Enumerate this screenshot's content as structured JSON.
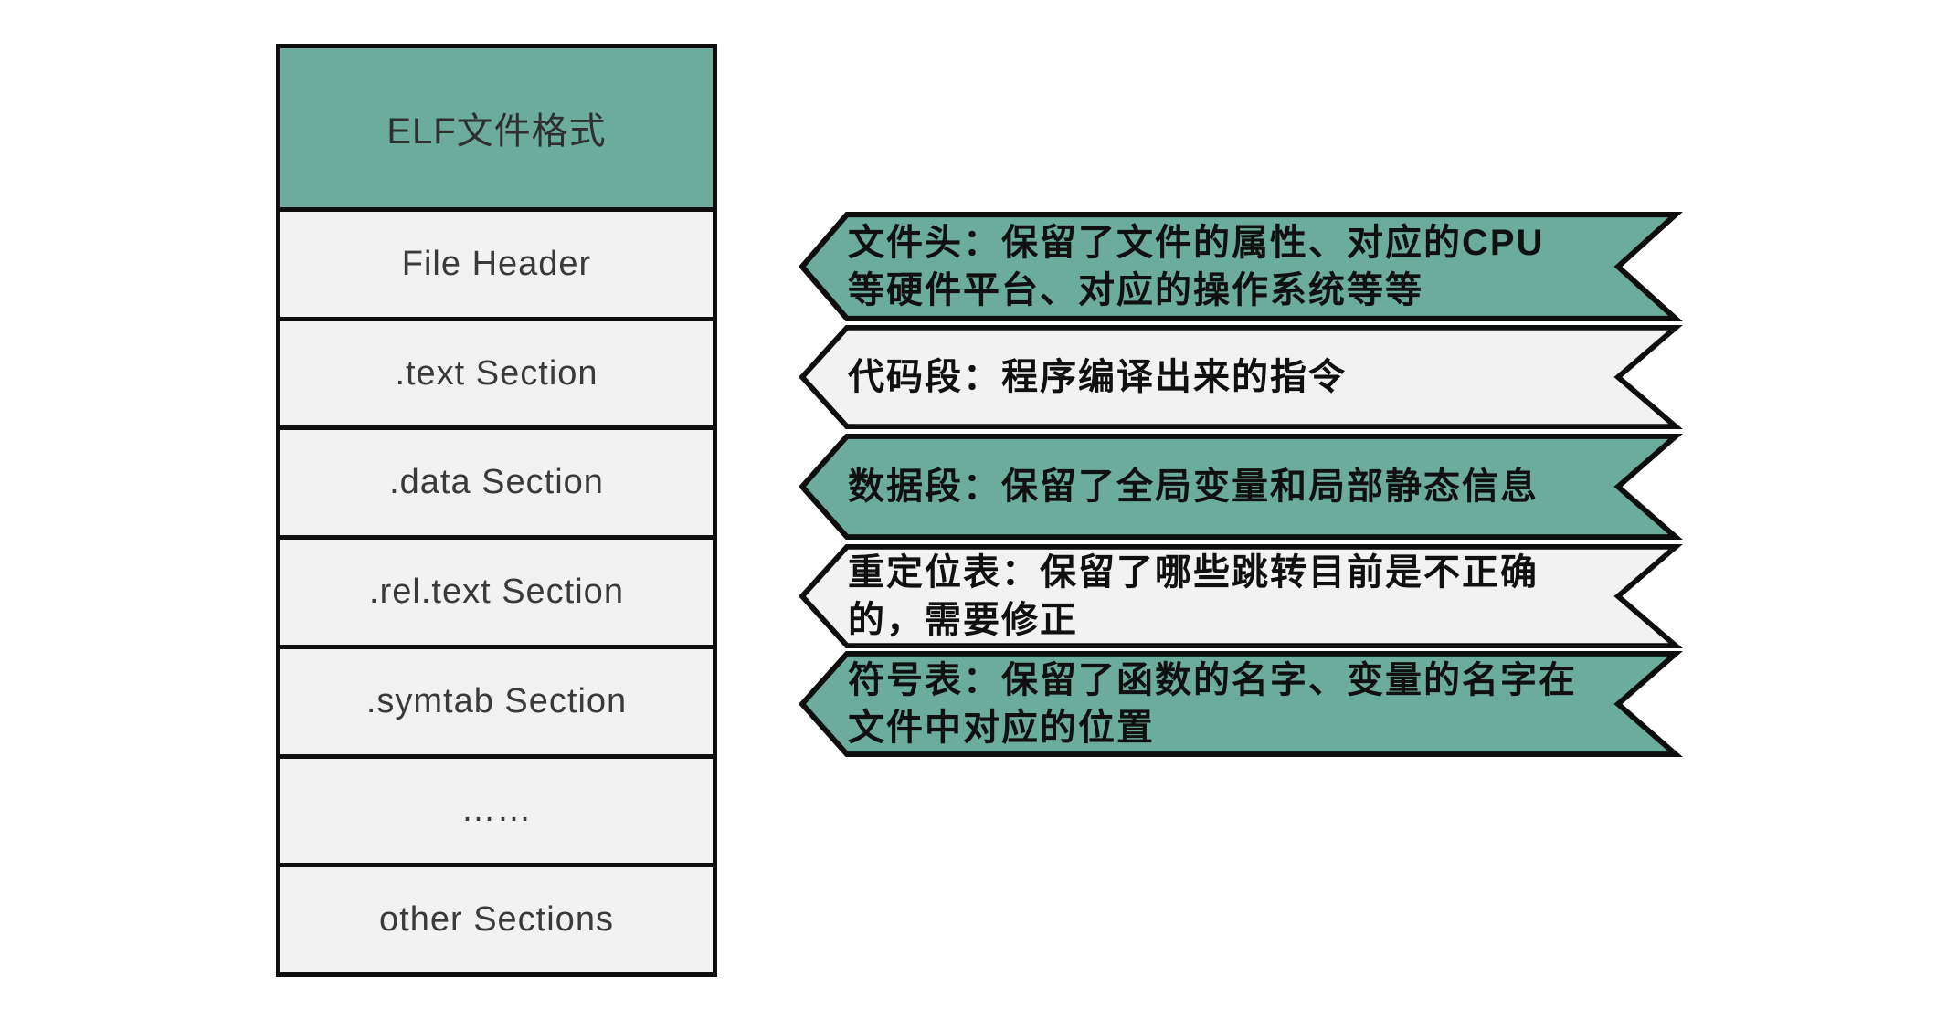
{
  "diagram": {
    "title": "ELF文件格式",
    "table": {
      "title": "ELF文件格式",
      "rows": [
        "File Header",
        ".text Section",
        ".data Section",
        ".rel.text Section",
        ".symtab Section",
        "……",
        "other Sections"
      ]
    },
    "banners": [
      {
        "color": "teal",
        "lines": [
          "文件头：保留了文件的属性、对应的CPU",
          "等硬件平台、对应的操作系统等等"
        ]
      },
      {
        "color": "light",
        "lines": [
          "代码段：程序编译出来的指令",
          ""
        ]
      },
      {
        "color": "teal",
        "lines": [
          "数据段：保留了全局变量和局部静态信息",
          ""
        ]
      },
      {
        "color": "light",
        "lines": [
          "重定位表：保留了哪些跳转目前是不正确",
          "的，需要修正"
        ]
      },
      {
        "color": "teal",
        "lines": [
          "符号表：保留了函数的名字、变量的名字在",
          "文件中对应的位置"
        ]
      }
    ],
    "colors": {
      "teal": "#6bac9c",
      "light": "#f2f2f2",
      "border": "#0e0e0e",
      "table_text": "#3a3a3a",
      "banner_text": "#101010",
      "background": "#ffffff"
    }
  }
}
